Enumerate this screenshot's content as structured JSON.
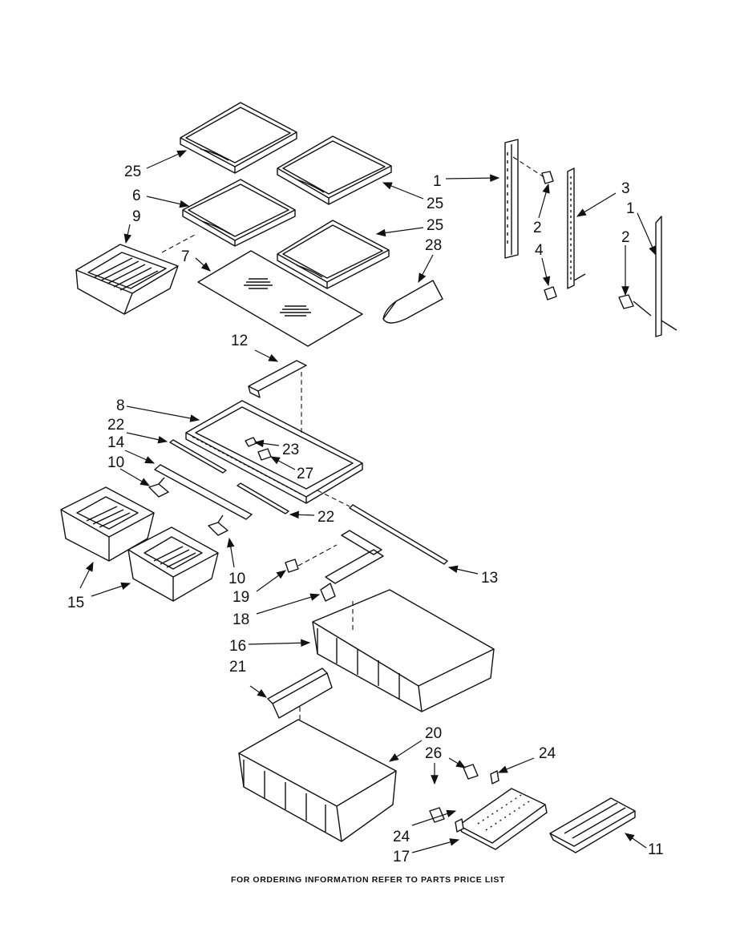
{
  "callouts": {
    "c1a": "1",
    "c1b": "1",
    "c2a": "2",
    "c2b": "2",
    "c3": "3",
    "c4": "4",
    "c6": "6",
    "c7": "7",
    "c8": "8",
    "c9": "9",
    "c10a": "10",
    "c10b": "10",
    "c11": "11",
    "c12": "12",
    "c13": "13",
    "c14": "14",
    "c15": "15",
    "c16": "16",
    "c17": "17",
    "c18": "18",
    "c19": "19",
    "c20": "20",
    "c21": "21",
    "c22a": "22",
    "c22b": "22",
    "c23": "23",
    "c24a": "24",
    "c24b": "24",
    "c25a": "25",
    "c25b": "25",
    "c25c": "25",
    "c26": "26",
    "c27": "27",
    "c28": "28"
  },
  "footer": "FOR ORDERING INFORMATION REFER TO PARTS PRICE LIST"
}
